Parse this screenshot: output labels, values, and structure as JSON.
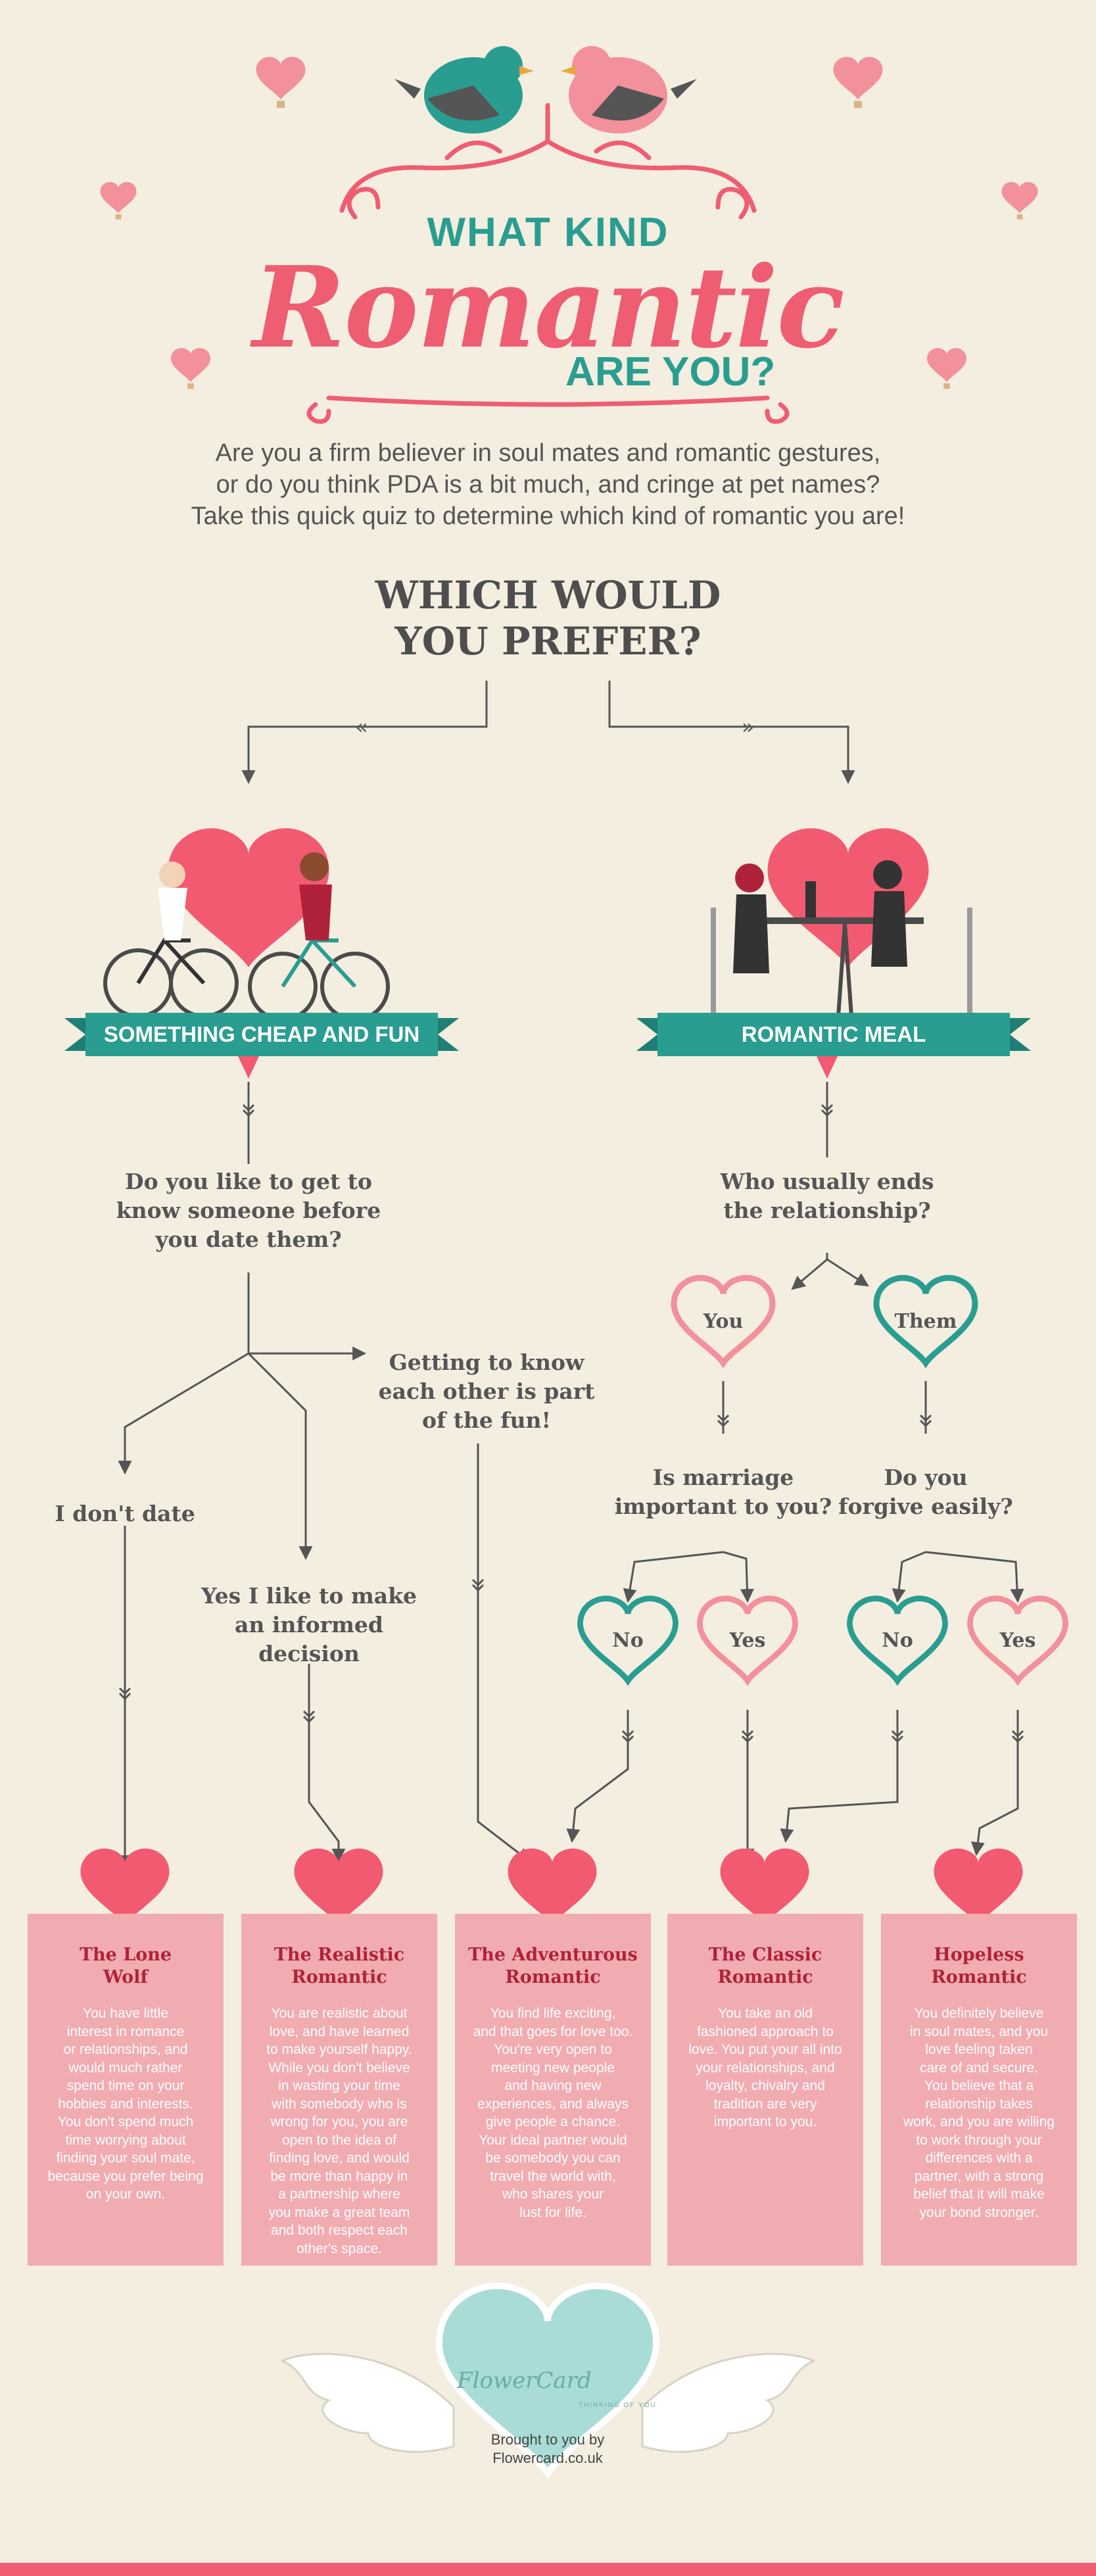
{
  "header": {
    "line1": "WHAT KIND",
    "line2": "Romantic",
    "line3": "ARE YOU?"
  },
  "intro": {
    "line1": "Are you a firm believer in soul mates and romantic gestures,",
    "line2": "or do you think PDA is a bit much, and cringe at pet names?",
    "line3": "Take this quick quiz to determine which kind of romantic you are!"
  },
  "question": {
    "line1": "WHICH WOULD",
    "line2": "YOU PREFER?"
  },
  "left_option": "SOMETHING CHEAP AND FUN",
  "right_option": "ROMANTIC MEAL",
  "left_question": {
    "line1": "Do you like to get to",
    "line2": "know someone before",
    "line3": "you date them?"
  },
  "right_question": {
    "line1": "Who usually ends",
    "line2": "the relationship?"
  },
  "answers": {
    "dont_date": "I don't date",
    "yes_informed": {
      "line1": "Yes I like to make",
      "line2": "an informed",
      "line3": "decision"
    },
    "getting_to_know": {
      "line1": "Getting to know",
      "line2": "each other is part",
      "line3": "of the fun!"
    },
    "you": "You",
    "them": "Them",
    "marriage": {
      "line1": "Is marriage",
      "line2": "important to you?"
    },
    "forgive": {
      "line1": "Do you",
      "line2": "forgive easily?"
    },
    "no1": "No",
    "yes1": "Yes",
    "no2": "No",
    "yes2": "Yes"
  },
  "results": [
    {
      "title1": "The Lone",
      "title2": "Wolf",
      "body": [
        "You have little",
        "interest in romance",
        "or relationships, and",
        "would much rather",
        "spend time on your",
        "hobbies and interests.",
        "You don't spend much",
        "time worrying about",
        "finding your soul mate,",
        "because you prefer being",
        "on your own."
      ]
    },
    {
      "title1": "The Realistic",
      "title2": "Romantic",
      "body": [
        "You are realistic about",
        "love, and have learned",
        "to make yourself happy.",
        "While you don't believe",
        "in wasting your time",
        "with somebody who is",
        "wrong for you, you are",
        "open to the idea of",
        "finding love, and would",
        "be more than happy in",
        "a partnership where",
        "you make a great team",
        "and both respect each",
        "other's space."
      ]
    },
    {
      "title1": "The Adventurous",
      "title2": "Romantic",
      "body": [
        "You find life exciting,",
        "and that goes for love too.",
        "You're very open to",
        "meeting new people",
        "and having new",
        "experiences, and always",
        "give people a chance.",
        "Your ideal partner would",
        "be somebody you can",
        "travel the world with,",
        "who shares your",
        "lust for life."
      ]
    },
    {
      "title1": "The Classic",
      "title2": "Romantic",
      "body": [
        "You take an old",
        "fashioned approach to",
        "love. You put your all into",
        "your relationships, and",
        "loyalty, chivalry and",
        "tradition are very",
        "important to you."
      ]
    },
    {
      "title1": "Hopeless",
      "title2": "Romantic",
      "body": [
        "You definitely believe",
        "in soul mates, and you",
        "love feeling taken",
        "care of and secure.",
        "You believe that a",
        "relationship takes",
        "work, and you are willing",
        "to work through your",
        "differences with a",
        "partner, with a strong",
        "belief that it will make",
        "your bond stronger."
      ]
    }
  ],
  "footer": {
    "logo": "FlowerCard",
    "tagline": "THINKING OF YOU",
    "brought_line1": "Brought to you by",
    "brought_line2": "Flowercard.co.uk"
  },
  "colors": {
    "background": "#f3eee0",
    "pink": "#ef5d72",
    "teal": "#2a9d91",
    "card": "#f1acb1",
    "card_title": "#b0223c"
  }
}
